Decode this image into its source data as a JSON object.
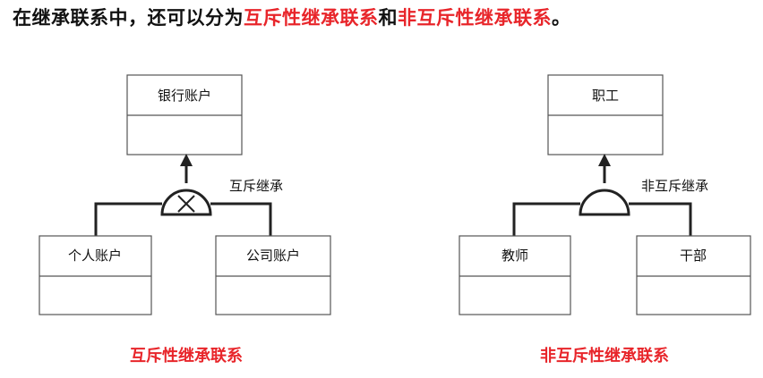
{
  "header": {
    "part1": "在继承联系中，还可以分为",
    "part2": "互斥性继承联系",
    "part3": "和",
    "part4": "非互斥性继承联系",
    "part5": "。"
  },
  "colors": {
    "highlight": "#e8252a",
    "line": "#222222",
    "box_border": "#555555"
  },
  "left_diagram": {
    "parent": "银行账户",
    "relation_label": "互斥继承",
    "child1": "个人账户",
    "child2": "公司账户",
    "caption": "互斥性继承联系",
    "symbol": "x-in-half-circle"
  },
  "right_diagram": {
    "parent": "职工",
    "relation_label": "非互斥继承",
    "child1": "教师",
    "child2": "干部",
    "caption": "非互斥性继承联系",
    "symbol": "half-circle"
  }
}
